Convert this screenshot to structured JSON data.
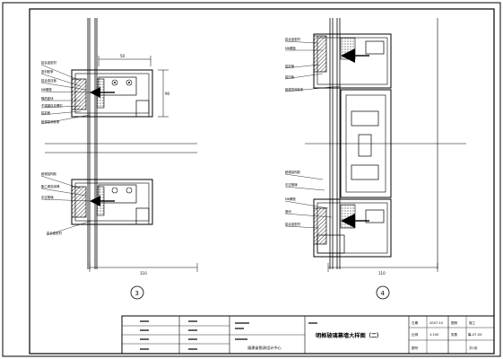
{
  "drawing": {
    "title": "明框玻璃幕墙大样图（二）",
    "company": "福建省勘测设计中心",
    "date_label": "日期",
    "date": "2007.10",
    "scale_label": "比例",
    "scale": "1:100",
    "number_label": "图号",
    "number": "幕-07-03",
    "sheet_label": "图别",
    "sheet": "施工",
    "page_label": "张数",
    "page": "共1张"
  },
  "details": [
    {
      "id": "detail-3",
      "number": "3",
      "dims": {
        "top_width": "50",
        "height": "90",
        "bottom_width": "110"
      },
      "upper_labels": [
        "铝合金型材",
        "密封胶条",
        "铝合金压板",
        "M6螺栓",
        "隔热垫块",
        "不锈钢自攻螺钉",
        "铝扣盖",
        "耐候密封胶条"
      ],
      "lower_labels": [
        "耐候结构胶",
        "聚乙烯泡沫棒",
        "中空玻璃",
        "铝合金型材"
      ]
    },
    {
      "id": "detail-4",
      "number": "4",
      "dims": {
        "bottom_width": "110"
      },
      "upper_labels": [
        "铝合金型材",
        "M6螺栓",
        "铝扣盖",
        "铝压板",
        "耐候密封胶条"
      ],
      "middle_labels": [
        "耐候结构胶",
        "中空玻璃",
        "M6螺栓",
        "角码",
        "铝合金型材"
      ]
    }
  ]
}
